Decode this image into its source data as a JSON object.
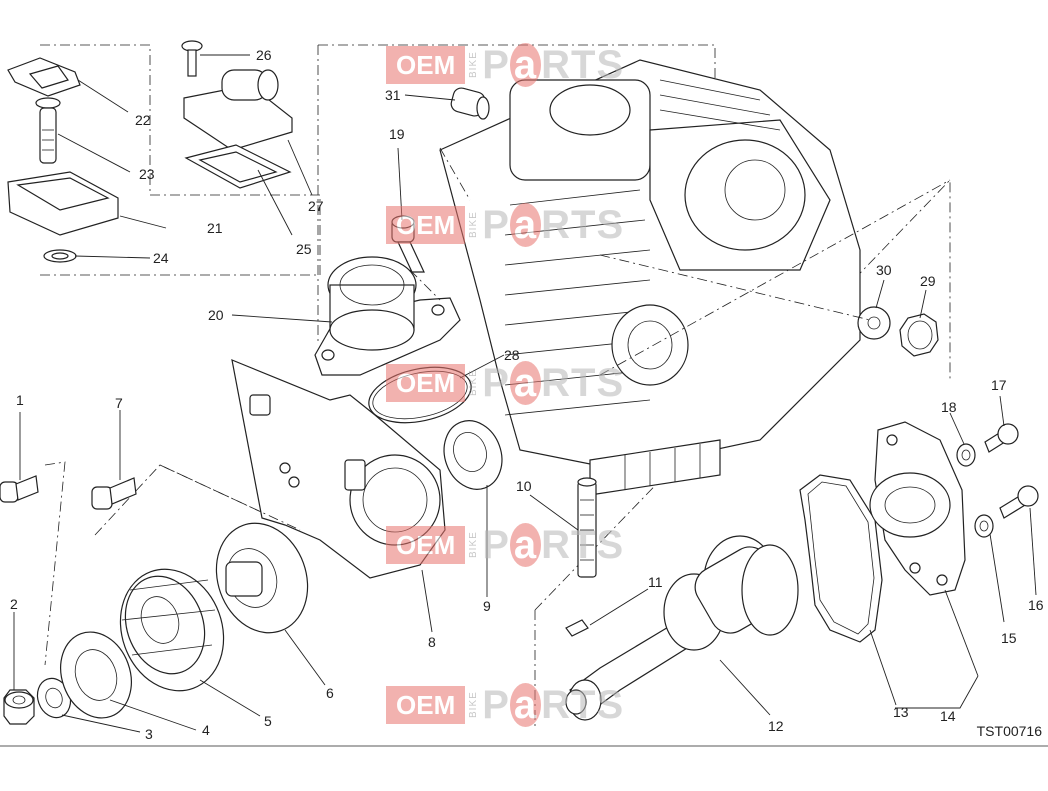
{
  "diagram": {
    "code": "TST00716",
    "watermark": {
      "left": "OEM",
      "middle": "BIKE",
      "right_pre": "P",
      "right_a": "a",
      "right_post": "RTS"
    },
    "labels": [
      {
        "id": "1",
        "text": "1"
      },
      {
        "id": "2",
        "text": "2"
      },
      {
        "id": "3",
        "text": "3"
      },
      {
        "id": "4",
        "text": "4"
      },
      {
        "id": "5",
        "text": "5"
      },
      {
        "id": "6",
        "text": "6"
      },
      {
        "id": "7",
        "text": "7"
      },
      {
        "id": "8",
        "text": "8"
      },
      {
        "id": "9",
        "text": "9"
      },
      {
        "id": "10",
        "text": "10"
      },
      {
        "id": "11",
        "text": "11"
      },
      {
        "id": "12",
        "text": "12"
      },
      {
        "id": "13",
        "text": "13"
      },
      {
        "id": "14",
        "text": "14"
      },
      {
        "id": "15",
        "text": "15"
      },
      {
        "id": "16",
        "text": "16"
      },
      {
        "id": "17",
        "text": "17"
      },
      {
        "id": "18",
        "text": "18"
      },
      {
        "id": "19",
        "text": "19"
      },
      {
        "id": "20",
        "text": "20"
      },
      {
        "id": "21",
        "text": "21"
      },
      {
        "id": "22",
        "text": "22"
      },
      {
        "id": "23",
        "text": "23"
      },
      {
        "id": "24",
        "text": "24"
      },
      {
        "id": "25",
        "text": "25"
      },
      {
        "id": "26",
        "text": "26"
      },
      {
        "id": "27",
        "text": "27"
      },
      {
        "id": "28",
        "text": "28"
      },
      {
        "id": "29",
        "text": "29"
      },
      {
        "id": "30",
        "text": "30"
      },
      {
        "id": "31",
        "text": "31"
      }
    ]
  }
}
